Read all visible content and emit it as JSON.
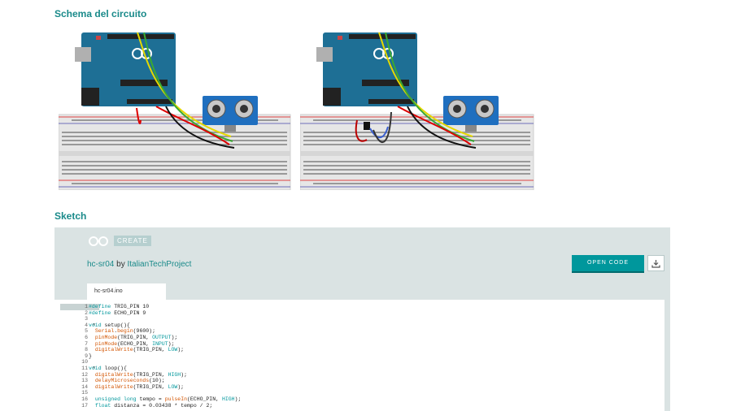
{
  "sections": {
    "circuit_title": "Schema del circuito",
    "sketch_title": "Sketch"
  },
  "embed": {
    "logo_text": "CREATE",
    "project_name": "hc-sr04",
    "by_text": "by",
    "author": "ItalianTechProject",
    "open_code_label": "OPEN CODE",
    "tab_label": "hc-sr04.ino"
  },
  "colors": {
    "accent": "#00979c",
    "title": "#1a8a8a",
    "embed_bg": "#dae3e3"
  },
  "icons": [
    "arduino-logo-icon",
    "download-icon",
    "fold-arrow-icon"
  ],
  "code": {
    "line_numbers": [
      "1",
      "2",
      "3",
      "4",
      "5",
      "6",
      "7",
      "8",
      "9",
      "10",
      "11",
      "12",
      "13",
      "14",
      "15",
      "16",
      "17"
    ],
    "fold_lines": [
      "4",
      "11"
    ],
    "active_line": "1",
    "lines": [
      "#define TRIG_PIN 10",
      "#define ECHO_PIN 9",
      "",
      "void setup(){",
      "  Serial.begin(9600);",
      "  pinMode(TRIG_PIN, OUTPUT);",
      "  pinMode(ECHO_PIN, INPUT);",
      "  digitalWrite(TRIG_PIN, LOW);",
      "}",
      "",
      "void loop(){",
      "  digitalWrite(TRIG_PIN, HIGH);",
      "  delayMicroseconds(10);",
      "  digitalWrite(TRIG_PIN, LOW);",
      "",
      "  unsigned long tempo = pulseIn(ECHO_PIN, HIGH);",
      "  float distanza = 0.03438 * tempo / 2;"
    ]
  }
}
